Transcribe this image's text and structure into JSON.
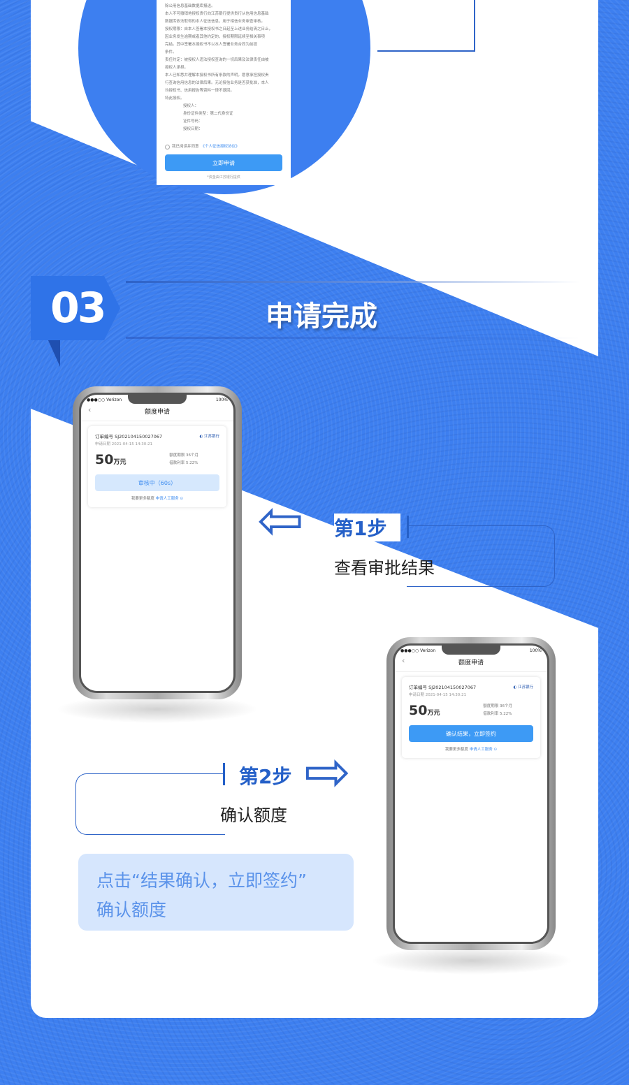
{
  "document": {
    "lines": [
      "除公用信息基础数据库报送。",
      "本人不可撤销地授权贵行向江苏银行提供贵行从信用信息基础",
      "数据库依法取得的本人征信信息，用于相信业务审查审核。",
      "授权期限：自本人签署本授权书之日起至上述业务结清之日止，",
      "因业务发生逾期或者其他约定的，授权期限延续至相关事项",
      "完结。其中签署本授权书不以本人签署业务合同为前提",
      "条件。",
      "责任约定：被授权人违法授权查询的一切后果及法律责任由被",
      "授权人承担。",
      "本人已知悉并理解本授权书所有条款的声明，愿意承担授权贵",
      "行查询信用信息的法律后果。无论授信业务是否获批准，本人",
      "均授权书、信用报告等资料一律不退回。",
      "特此授权。"
    ],
    "signature": [
      "授权人：",
      "身份证件类型：第二代身份证",
      "证件号码：",
      "授权日期："
    ],
    "agree_text": "我已阅读并同意",
    "agree_link": "《个人征信授权协议》",
    "apply_button": "立即申请",
    "note": "*资金由江苏银行提供"
  },
  "section": {
    "number": "03",
    "title": "申请完成"
  },
  "phone1": {
    "carrier": "●●●○○ Verizon",
    "battery": "100%",
    "nav_title": "额度申请",
    "order": "订单编号 SJ202104150027067",
    "date": "申请日期 2021-04-15 14:30:21",
    "bank": "江苏银行",
    "amount": "50",
    "unit": "万元",
    "term": "额度期限 36个月",
    "rate": "借款利率 5.22%",
    "status": "审核中（60s）",
    "more": "我要更多额度",
    "more_link": "申请人工服务"
  },
  "phone2": {
    "carrier": "●●●○○ Verizon",
    "battery": "100%",
    "nav_title": "额度申请",
    "order": "订单编号 SJ202104150027067",
    "date": "申请日期 2021-04-15 14:30:21",
    "bank": "江苏银行",
    "amount": "50",
    "unit": "万元",
    "term": "额度期限 36个月",
    "rate": "借款利率 5.22%",
    "action": "确认结果，立即签约",
    "more": "我要更多额度",
    "more_link": "申请人工服务"
  },
  "step1": {
    "label": "第1步",
    "desc": "查看审批结果"
  },
  "step2": {
    "label": "第2步",
    "desc": "确认额度"
  },
  "tip": {
    "line1": "点击“结果确认，立即签约”",
    "line2": "确认额度"
  },
  "colors": {
    "brand_blue": "#3d7ff0",
    "button_blue": "#3d9af5"
  }
}
